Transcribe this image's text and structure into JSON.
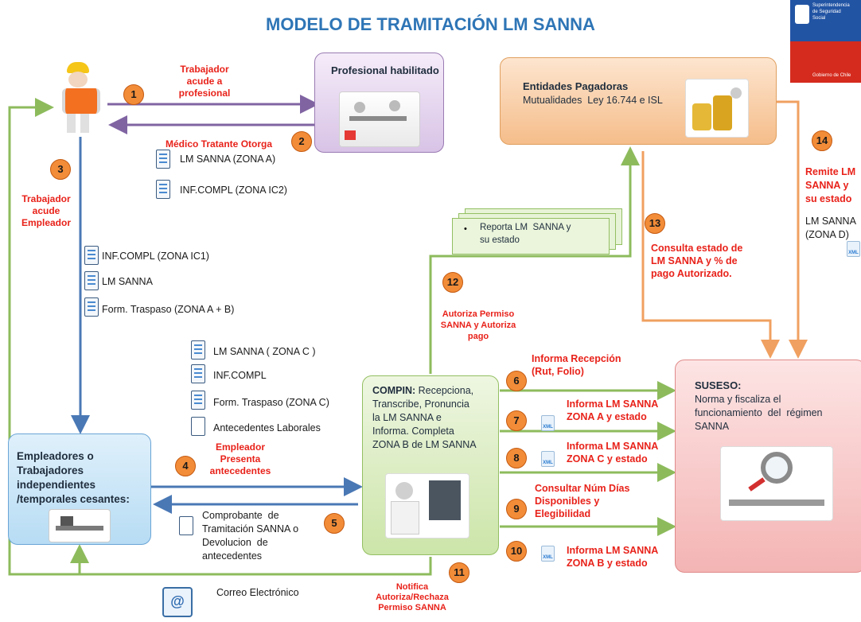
{
  "title": "MODELO DE TRAMITACIÓN LM SANNA",
  "logo": {
    "line1": "Superintendencia",
    "line2": "de Seguridad",
    "line3": "Social",
    "line4": "Gobierno de Chile"
  },
  "boxes": {
    "profesional": {
      "title": "Profesional habilitado"
    },
    "entidades": {
      "title": "Entidades Pagadoras",
      "subtitle": "Mutualidades  Ley 16.744 e ISL"
    },
    "empleadores": {
      "l1": "Empleadores o",
      "l2": "Trabajadores",
      "l3": "independientes",
      "l4": "/temporales cesantes:"
    },
    "compin": {
      "title": "COMPIN:",
      "t1": " Recepciona,",
      "l2": "Transcribe, Pronuncia",
      "l3": "la LM SANNA e",
      "l4": "Informa. Completa",
      "l5": "ZONA B de LM SANNA"
    },
    "suseso": {
      "title": "SUSESO:",
      "l1": "Norma y fiscaliza el",
      "l2": "funcionamiento  del  régimen",
      "l3": "SANNA"
    },
    "reporta": {
      "l1": "Reporta LM  SANNA y",
      "l2": "su estado"
    }
  },
  "steps": [
    "1",
    "2",
    "3",
    "4",
    "5",
    "6",
    "7",
    "8",
    "9",
    "10",
    "11",
    "12",
    "13",
    "14"
  ],
  "red_labels": {
    "s1": [
      "Trabajador",
      "acude a",
      "profesional"
    ],
    "s2": "Médico Tratante Otorga",
    "s3": [
      "Trabajador",
      "acude",
      "Empleador"
    ],
    "s4": [
      "Empleador",
      "Presenta",
      "antecedentes"
    ],
    "s6": [
      "Informa Recepción",
      "(Rut, Folio)"
    ],
    "s7": [
      "Informa LM SANNA",
      "ZONA A y estado"
    ],
    "s8": [
      "Informa LM SANNA",
      "ZONA C y estado"
    ],
    "s9": [
      "Consultar Núm Días",
      "Disponibles y",
      "Elegibilidad"
    ],
    "s10": [
      "Informa LM SANNA",
      "ZONA B y estado"
    ],
    "s11": [
      "Notifica",
      "Autoriza/Rechaza",
      "Permiso SANNA"
    ],
    "s12": [
      "Autoriza Permiso",
      "SANNA y Autoriza",
      "pago"
    ],
    "s13": [
      "Consulta estado de",
      "LM SANNA y % de",
      "pago Autorizado."
    ],
    "s14": [
      "Remite LM",
      "SANNA y",
      "su estado"
    ]
  },
  "docs": {
    "d1": "LM SANNA (ZONA A)",
    "d2": "INF.COMPL (ZONA IC2)",
    "d3": "INF.COMPL (ZONA IC1)",
    "d4": "LM SANNA",
    "d5": "Form. Traspaso (ZONA A + B)",
    "d6": "LM SANNA ( ZONA C )",
    "d7": "INF.COMPL",
    "d8": "Form. Traspaso (ZONA C)",
    "d9": "Antecedentes Laborales"
  },
  "comprobante": [
    "Comprobante  de",
    "Tramitación SANNA o",
    "Devolucion  de",
    "antecedentes"
  ],
  "correo": "Correo Electrónico",
  "lm_zona_d": [
    "LM SANNA",
    "(ZONA D)"
  ],
  "xml_tag": "XML",
  "email_symbol": "@",
  "colors": {
    "title": "#2e75b6",
    "red": "#e8221a",
    "step": "#f28c38",
    "green_arrow": "#8dbb5c",
    "blue_arrow": "#4a78b5",
    "purple_arrow": "#8064a2",
    "orange_arrow": "#f0a060"
  }
}
